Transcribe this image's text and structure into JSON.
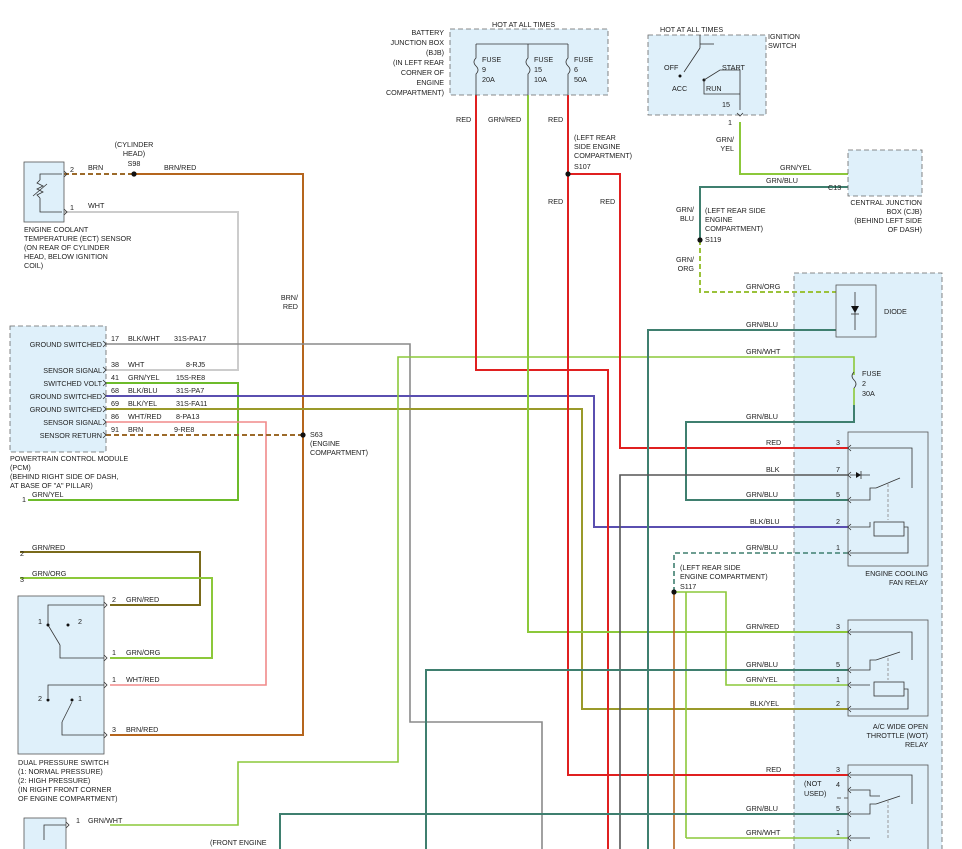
{
  "diagram": {
    "battery_box": [
      "BATTERY",
      "JUNCTION BOX",
      "(BJB)",
      "(IN LEFT REAR",
      "CORNER OF",
      "ENGINE",
      "COMPARTMENT)"
    ],
    "hot_at_all_times": "HOT AT ALL TIMES",
    "fuses": [
      {
        "name": "FUSE",
        "num": "9",
        "amp": "20A"
      },
      {
        "name": "FUSE",
        "num": "15",
        "amp": "10A"
      },
      {
        "name": "FUSE",
        "num": "6",
        "amp": "50A"
      }
    ],
    "ignition": {
      "hot": "HOT AT ALL TIMES",
      "title": [
        "IGNITION",
        "SWITCH"
      ],
      "off": "OFF",
      "start": "START",
      "acc": "ACC",
      "run": "RUN",
      "pin15": "15",
      "pin1": "1"
    },
    "s107": [
      "(LEFT REAR",
      "SIDE ENGINE",
      "COMPARTMENT)",
      "S107"
    ],
    "cylinder_head": [
      "(CYLINDER",
      "HEAD)",
      "S98"
    ],
    "ect": {
      "pins": [
        "2",
        "1"
      ],
      "wires": [
        "BRN",
        "WHT"
      ],
      "caption": [
        "ENGINE COOLANT",
        "TEMPERATURE (ECT) SENSOR",
        "(ON REAR OF CYLINDER",
        "HEAD, BELOW IGNITION",
        "COIL)"
      ]
    },
    "brn_red": "BRN/RED",
    "brn_red_vertical": [
      "BRN/",
      "RED"
    ],
    "pcm": {
      "rows": [
        {
          "label": "GROUND SWITCHED",
          "pin": "17",
          "wire": "BLK/WHT",
          "circuit": "31S-PA17"
        },
        {
          "label": "SENSOR SIGNAL",
          "pin": "38",
          "wire": "WHT",
          "circuit": "8-RJ5"
        },
        {
          "label": "SWITCHED VOLT",
          "pin": "41",
          "wire": "GRN/YEL",
          "circuit": "15S-RE8"
        },
        {
          "label": "GROUND SWITCHED",
          "pin": "68",
          "wire": "BLK/BLU",
          "circuit": "31S-PA7"
        },
        {
          "label": "GROUND SWITCHED",
          "pin": "69",
          "wire": "BLK/YEL",
          "circuit": "31S-FA11"
        },
        {
          "label": "SENSOR SIGNAL",
          "pin": "86",
          "wire": "WHT/RED",
          "circuit": "8-PA13"
        },
        {
          "label": "SENSOR RETURN",
          "pin": "91",
          "wire": "BRN",
          "circuit": "9-RE8"
        }
      ],
      "caption": [
        "POWERTRAIN CONTROL MODULE",
        "(PCM)",
        "(BEHIND RIGHT SIDE OF DASH,",
        "AT BASE OF \"A\" PILLAR)"
      ]
    },
    "s63": [
      "S63",
      "(ENGINE",
      "COMPARTMENT)"
    ],
    "grn_yel_1": {
      "pin": "1",
      "wire": "GRN/YEL"
    },
    "dps_inputs": [
      {
        "pin": "2",
        "wire": "GRN/RED"
      },
      {
        "pin": "3",
        "wire": "GRN/ORG"
      }
    ],
    "dps": {
      "rows": [
        {
          "pin": "2",
          "wire": "GRN/RED"
        },
        {
          "pin": "1",
          "wire": "GRN/ORG"
        },
        {
          "pin": "1",
          "wire": "WHT/RED"
        },
        {
          "pin": "3",
          "wire": "BRN/RED"
        }
      ],
      "sw1_pins": [
        "1",
        "2"
      ],
      "sw2_pins": [
        "2",
        "1"
      ],
      "caption": [
        "DUAL PRESSURE SWITCH",
        "(1: NORMAL PRESSURE)",
        "(2: HIGH PRESSURE)",
        "(IN RIGHT FRONT CORNER",
        "OF ENGINE COMPARTMENT)"
      ]
    },
    "bottom_switch": {
      "pin": "1",
      "wire": "GRN/WHT"
    },
    "front_engine": "(FRONT ENGINE",
    "red_labels": [
      "RED",
      "GRN/RED",
      "RED",
      "RED",
      "RED"
    ],
    "grn_yel_vertical": [
      "GRN/",
      "YEL"
    ],
    "grn_yel_h": "GRN/YEL",
    "grn_blu_h": "GRN/BLU",
    "c13": "C13",
    "cjb": [
      "CENTRAL JUNCTION",
      "BOX (CJB)",
      "(BEHIND LEFT SIDE",
      "OF DASH)"
    ],
    "grn_blu_vertical": [
      "GRN/",
      "BLU"
    ],
    "s119": [
      "(LEFT REAR SIDE",
      "ENGINE",
      "COMPARTMENT)",
      "S119"
    ],
    "grn_org_vertical": [
      "GRN/",
      "ORG"
    ],
    "right_wires": [
      "GRN/ORG",
      "GRN/BLU",
      "GRN/WHT",
      "GRN/BLU"
    ],
    "diode": "DIODE",
    "fuse2": [
      "FUSE",
      "2",
      "30A"
    ],
    "fan_relay": {
      "rows": [
        {
          "wire": "RED",
          "pin": "3"
        },
        {
          "wire": "BLK",
          "pin": "7"
        },
        {
          "wire": "GRN/BLU",
          "pin": "5"
        },
        {
          "wire": "BLK/BLU",
          "pin": "2"
        },
        {
          "wire": "GRN/BLU",
          "pin": "1"
        }
      ],
      "caption": [
        "ENGINE COOLING",
        "FAN RELAY"
      ]
    },
    "s117": [
      "(LEFT REAR SIDE",
      "ENGINE COMPARTMENT)",
      "S117"
    ],
    "wot_relay": {
      "rows": [
        {
          "wire": "GRN/RED",
          "pin": "3"
        },
        {
          "wire": "GRN/BLU",
          "pin": "5"
        },
        {
          "wire": "GRN/YEL",
          "pin": "1"
        },
        {
          "wire": "BLK/YEL",
          "pin": "2"
        }
      ],
      "caption": [
        "A/C WIDE OPEN",
        "THROTTLE (WOT)",
        "RELAY"
      ]
    },
    "bottom_relay": {
      "rows": [
        {
          "wire": "RED",
          "pin": "3"
        },
        {
          "wire": "",
          "pin": "4"
        },
        {
          "wire": "GRN/BLU",
          "pin": "5"
        },
        {
          "wire": "GRN/WHT",
          "pin": "1"
        }
      ],
      "not_used": [
        "(NOT",
        "USED)"
      ]
    }
  }
}
